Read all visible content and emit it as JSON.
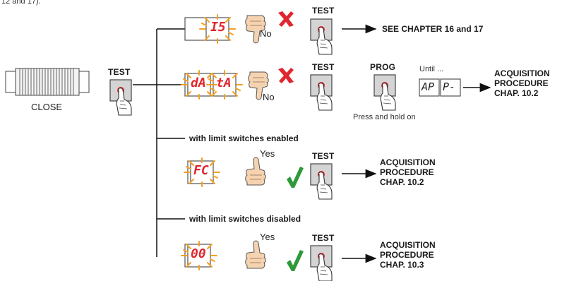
{
  "header_fragment": "12 and 17).",
  "close_label": "CLOSE",
  "main_test_label": "TEST",
  "branches": [
    {
      "display": [
        "I5"
      ],
      "answer": "No",
      "answer_mark": "cross",
      "test_label": "TEST",
      "result": [
        "SEE CHAPTER 16 and 17"
      ]
    },
    {
      "display": [
        "dA",
        "tA"
      ],
      "answer": "No",
      "answer_mark": "cross",
      "test_label": "TEST",
      "prog_label": "PROG",
      "prog_caption": "Press and hold on",
      "until_label": "Until ...",
      "until_display": [
        "AP",
        "P-"
      ],
      "result": [
        "ACQUISITION",
        "PROCEDURE",
        "CHAP. 10.2"
      ]
    },
    {
      "condition": "with limit switches enabled",
      "display": [
        "FC"
      ],
      "answer": "Yes",
      "answer_mark": "check",
      "test_label": "TEST",
      "result": [
        "ACQUISITION",
        "PROCEDURE",
        "CHAP. 10.2"
      ]
    },
    {
      "condition": "with limit switches disabled",
      "display": [
        "00"
      ],
      "answer": "Yes",
      "answer_mark": "check",
      "test_label": "TEST",
      "result": [
        "ACQUISITION",
        "PROCEDURE",
        "CHAP. 10.3"
      ]
    }
  ],
  "colors": {
    "display_red": "#e0262e",
    "blink_orange": "#f5a01e",
    "cross_red": "#e0262e",
    "check_green": "#2e9a3a",
    "button_red": "#e0262e",
    "skin": "#f6d3b0"
  },
  "icons": [
    "gate-icon",
    "hand-press-icon",
    "thumb-down-icon",
    "thumb-up-icon",
    "cross-icon",
    "check-icon",
    "arrow-right-icon",
    "blinking-display-icon"
  ]
}
